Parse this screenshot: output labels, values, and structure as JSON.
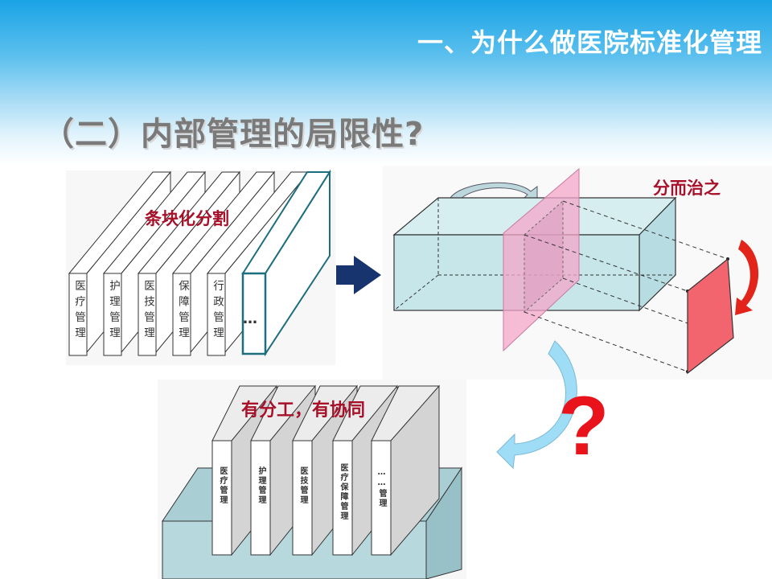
{
  "header": {
    "title": "一、为什么做医院标准化管理",
    "subtitle": "（二）内部管理的局限性?"
  },
  "labels": {
    "siloed": "条块化分割",
    "divide_rule": "分而治之",
    "collaborate": "有分工，有协同",
    "question_mark": "?"
  },
  "left_panels": [
    "医疗管理",
    "护理管理",
    "医技管理",
    "保障管理",
    "行政管理"
  ],
  "left_panel_ellipsis": "…",
  "bottom_panels": [
    "医疗管理",
    "护理管理",
    "医技管理",
    "医疗保障管理",
    "……管理"
  ],
  "colors": {
    "header_blue": "#1aa3e6",
    "label_red": "#a8102a",
    "question_red": "#e8131b",
    "box_teal": "#c6e6ea",
    "plane_pink": "#f4a6c8",
    "plane_red": "#f2646e",
    "arrow_navy": "#17346f"
  }
}
